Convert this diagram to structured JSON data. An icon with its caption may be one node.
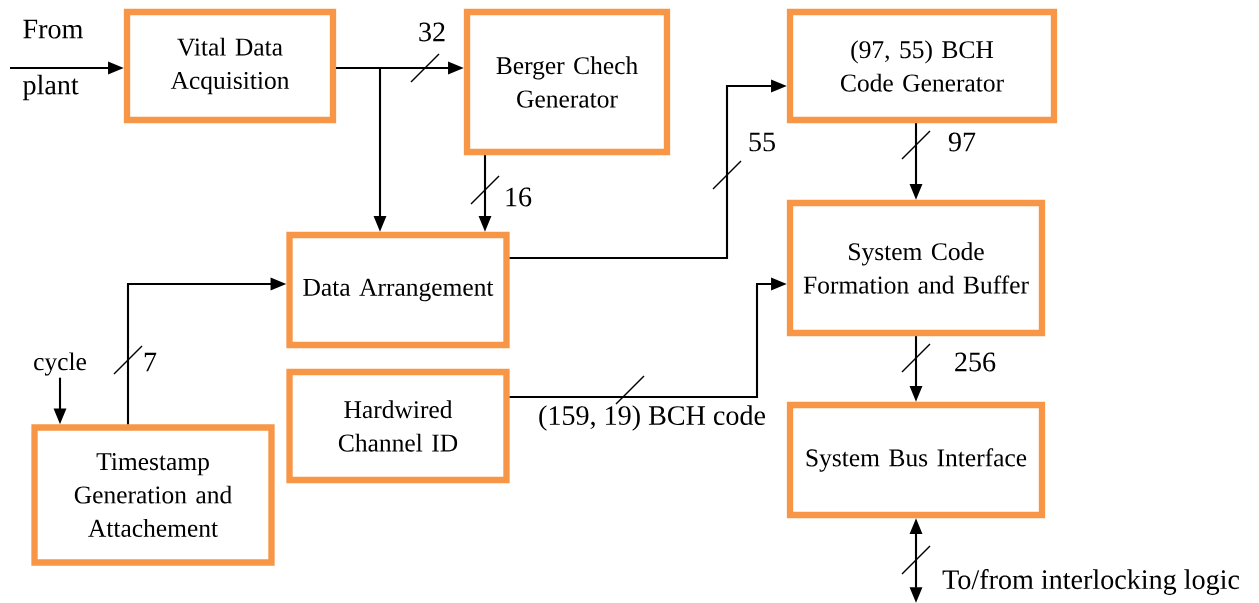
{
  "diagram": {
    "nodes": [
      {
        "text": [
          "Vital Data Acquisition"
        ]
      },
      {
        "text": [
          "Berger Chech Generator"
        ]
      },
      {
        "text": [
          "(97, 55) BCH Code Generator"
        ]
      },
      {
        "text": [
          "Data Arrangement"
        ]
      },
      {
        "text": [
          "System Code Formation and Buffer"
        ]
      },
      {
        "text": [
          "Hardwired Channel ID"
        ]
      },
      {
        "text": [
          "System Bus Interface"
        ]
      },
      {
        "text": [
          "Timestamp Generation and Attachement"
        ]
      },
      {
        "text": [
          "cycle"
        ]
      }
    ],
    "edges": [
      {
        "from": null,
        "to": 0,
        "arrow": "to",
        "label": "From plant"
      },
      {
        "from": 0,
        "to": 1,
        "arrow": "to",
        "label": "32"
      },
      {
        "from": 0,
        "to": 3,
        "arrow": "to"
      },
      {
        "from": 1,
        "to": 3,
        "arrow": "to",
        "label": "16"
      },
      {
        "from": 3,
        "to": 2,
        "arrow": "to",
        "label": "55"
      },
      {
        "from": 2,
        "to": 4,
        "arrow": "to",
        "label": "97"
      },
      {
        "from": 5,
        "to": 4,
        "arrow": "to",
        "label": "(159, 19) BCH code"
      },
      {
        "from": 4,
        "to": 6,
        "arrow": "to",
        "label": "256"
      },
      {
        "from": 7,
        "to": 3,
        "arrow": "to",
        "label": "7"
      },
      {
        "from": 8,
        "to": 7,
        "arrow": "to"
      },
      {
        "from": 6,
        "to": null,
        "arrow": "both",
        "label": "To/from interlocking logic"
      }
    ]
  }
}
